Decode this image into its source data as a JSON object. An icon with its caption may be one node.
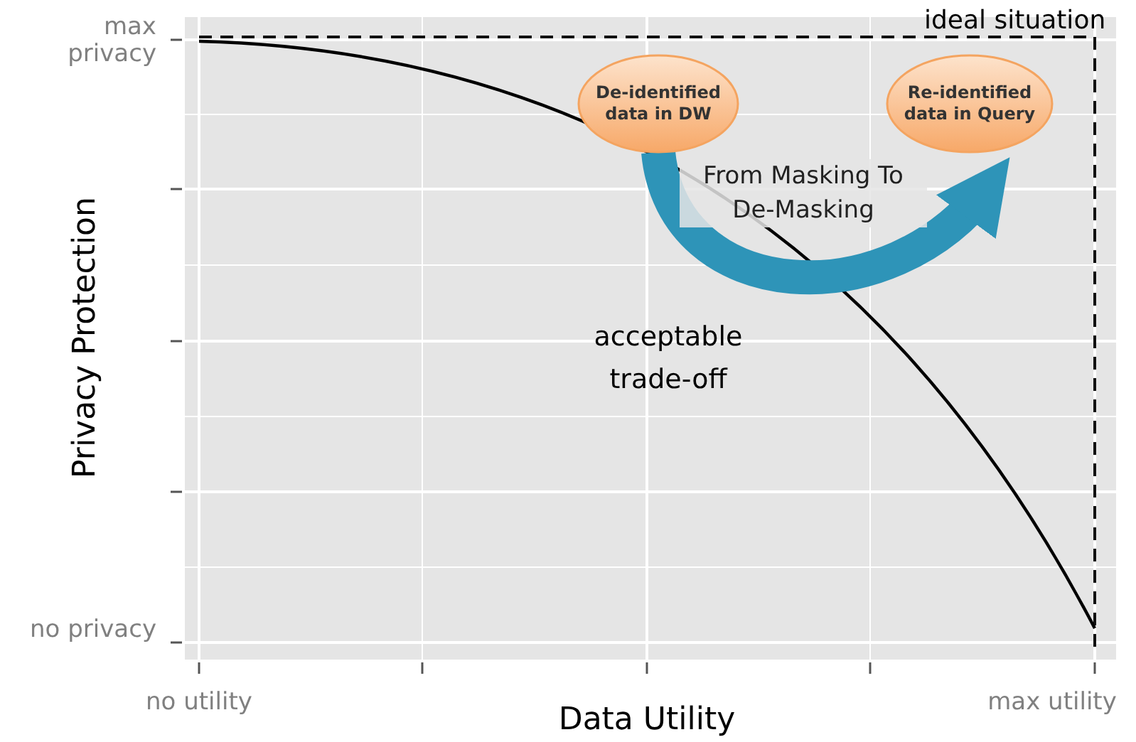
{
  "diagram": {
    "nodes": [
      {
        "text": [
          "De-identified data in DW"
        ]
      },
      {
        "text": [
          "Re-identified data in Query"
        ]
      }
    ],
    "edges": [
      {
        "from": 0,
        "to": 1,
        "arrow": "to",
        "label": "From Masking To De-Masking",
        "color": "#2e94b8"
      }
    ],
    "labels": [
      "max privacy",
      "ideal situation",
      "acceptable trade-off",
      "Privacy Protection",
      "no privacy",
      "no utility",
      "max utility",
      "Data Utility"
    ]
  }
}
